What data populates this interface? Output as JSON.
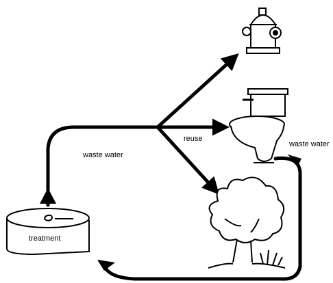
{
  "labels": {
    "waste_water_left": "waste water",
    "reuse": "reuse",
    "waste_water_right": "waste water",
    "treatment": "treatment"
  },
  "icons": [
    "hydrant-icon",
    "toilet-icon",
    "tree-icon",
    "treatment-tank-icon"
  ],
  "colors": {
    "ink": "#000000",
    "background": "#ffffff"
  }
}
